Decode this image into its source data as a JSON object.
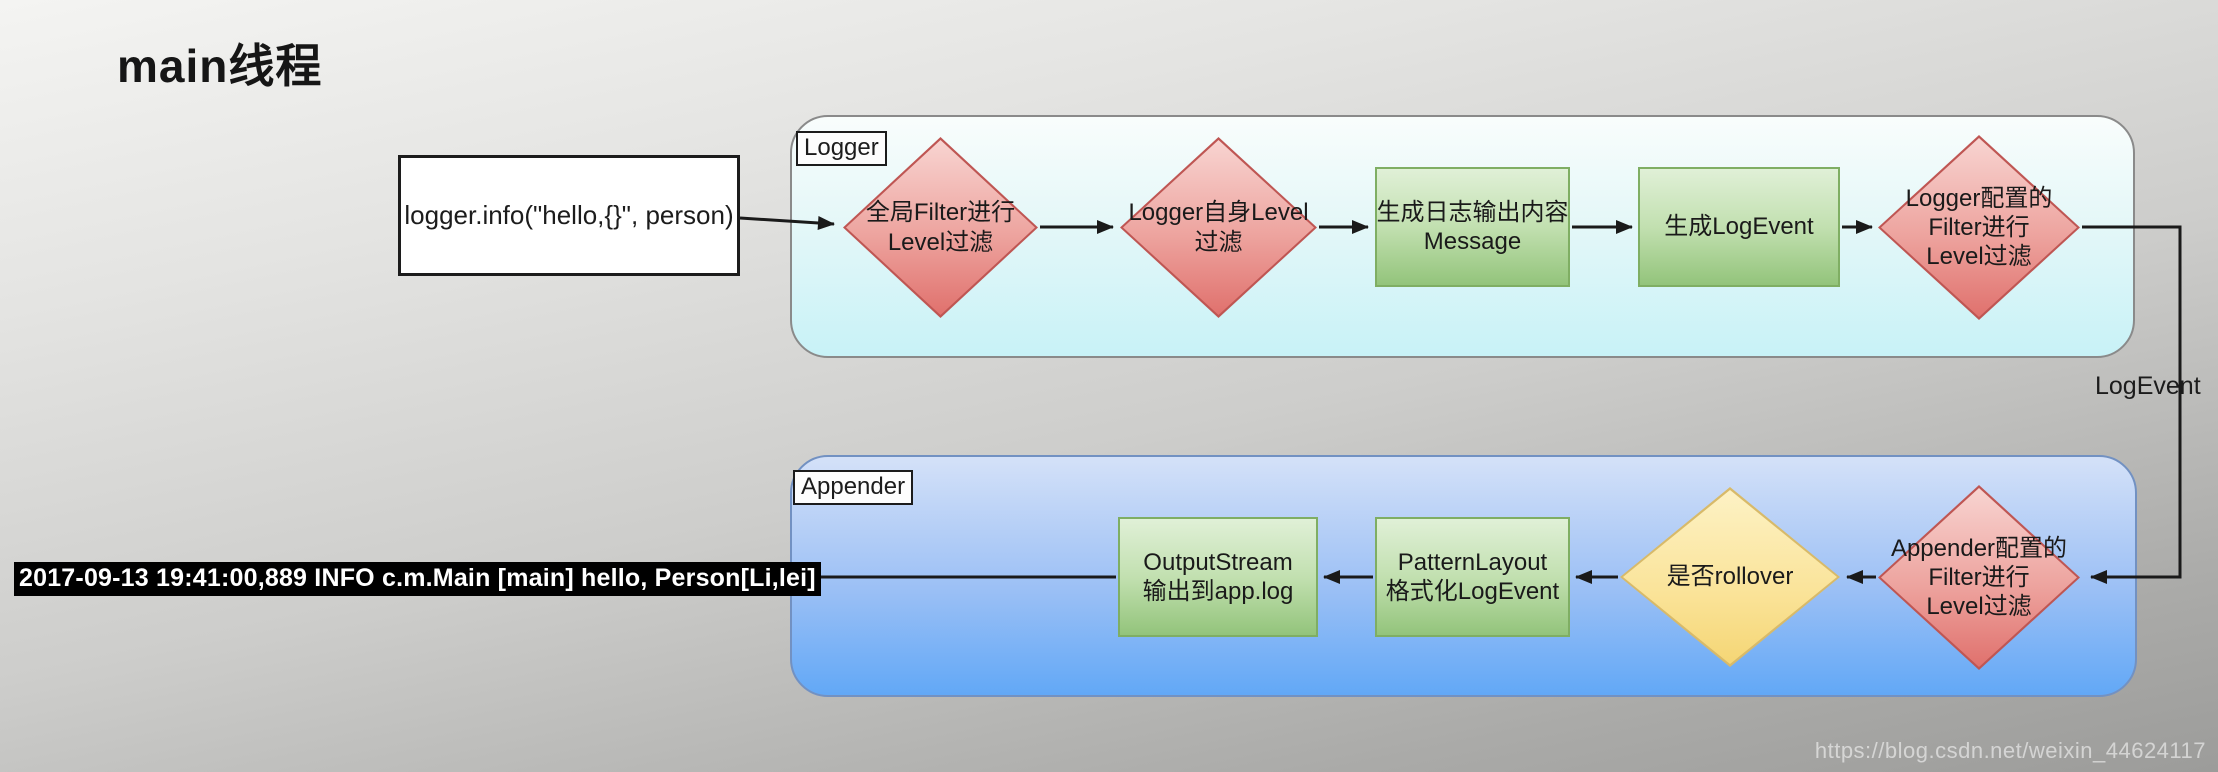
{
  "page": {
    "title": "main线程"
  },
  "code_box": {
    "text": "logger.info(\"hello,{}\", person)"
  },
  "logger": {
    "label": "Logger",
    "global_filter": {
      "lines": [
        "全局Filter进行",
        "Level过滤"
      ]
    },
    "self_level": {
      "lines": [
        "Logger自身Level",
        "过滤"
      ]
    },
    "gen_message": {
      "lines": [
        "生成日志输出内容",
        "Message"
      ]
    },
    "gen_logevent": {
      "lines": [
        "生成LogEvent"
      ]
    },
    "config_filter": {
      "lines": [
        "Logger配置的",
        "Filter进行",
        "Level过滤"
      ]
    }
  },
  "appender": {
    "label": "Appender",
    "config_filter": {
      "lines": [
        "Appender配置的",
        "Filter进行",
        "Level过滤"
      ]
    },
    "rollover": {
      "lines": [
        "是否rollover"
      ]
    },
    "pattern_layout": {
      "lines": [
        "PatternLayout",
        "格式化LogEvent"
      ]
    },
    "output_stream": {
      "lines": [
        "OutputStream",
        "输出到app.log"
      ]
    }
  },
  "edge_labels": {
    "logevent": "LogEvent"
  },
  "log_output": {
    "text": "2017-09-13 19:41:00,889 INFO c.m.Main [main] hello, Person[Li,lei]"
  },
  "watermark": {
    "text": "https://blog.csdn.net/weixin_44624117"
  },
  "colors": {
    "diamond_red_fill": "#eda39e",
    "diamond_red_border": "#bf5653",
    "diamond_yellow_fill": "#fae398",
    "diamond_yellow_border": "#d8ba69",
    "rect_green_fill": "#c2e0b0",
    "rect_green_border": "#7fae63",
    "logger_container_fill": "#c8f2f7",
    "appender_container_fill": "#62a8f6",
    "arrow": "#1a1a1a",
    "log_bg": "#000000",
    "log_fg": "#ffffff"
  }
}
